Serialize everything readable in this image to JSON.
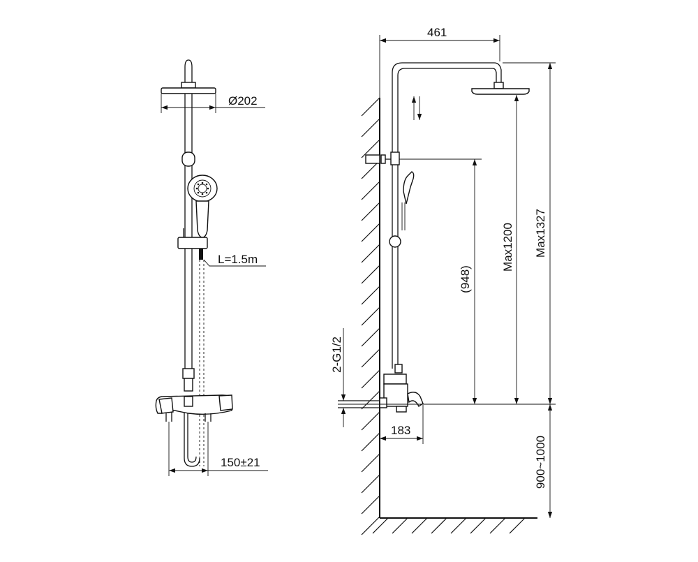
{
  "front_view": {
    "head_diameter": "Ø202",
    "hose_length": "L=1.5m",
    "inlet_spacing": "150±21"
  },
  "side_view": {
    "arm_length": "461",
    "max_total_height": "Max1327",
    "max_head_height": "Max1200",
    "slide_height": "(948)",
    "inlet_thread": "2-G1/2",
    "spout_projection": "183",
    "mounting_height": "900~1000"
  }
}
